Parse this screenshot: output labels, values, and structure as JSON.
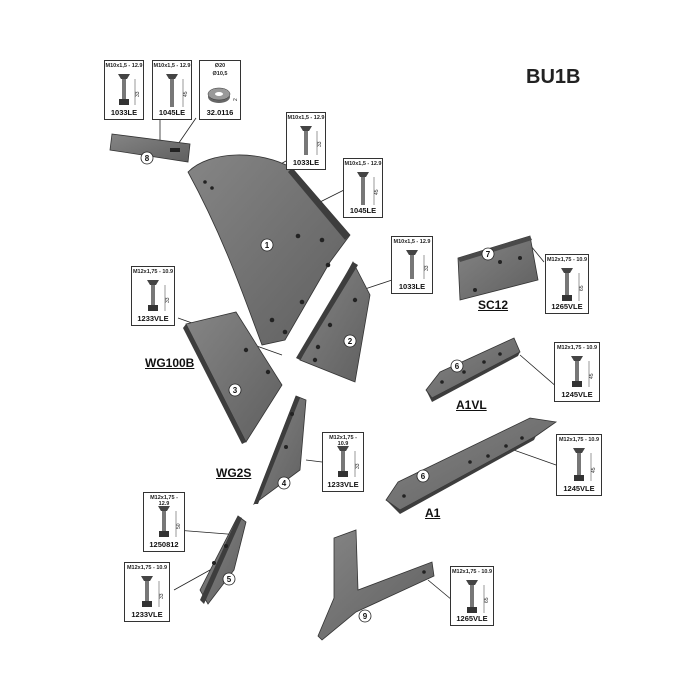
{
  "title": "BU1B",
  "parts": {
    "p1": "1",
    "p2": "2",
    "p3": "3",
    "p4": "4",
    "p5": "5",
    "p6a": "6",
    "p6b": "6",
    "p7": "7",
    "p8": "8",
    "p9": "9"
  },
  "labels": {
    "wg100b": "WG100B",
    "wg2s": "WG2S",
    "sc12": "SC12",
    "a1vl": "A1VL",
    "a1": "A1"
  },
  "boxes": {
    "b1033a": {
      "spec": "M10x1,5 - 12.9",
      "dim": "33",
      "code": "1033LE"
    },
    "b1045a": {
      "spec": "M10x1,5 - 12.9",
      "dim": "45",
      "code": "1045LE"
    },
    "bwasher": {
      "spec": "Ø20",
      "dim2": "Ø10,5",
      "dim": "2",
      "code": "32.0116"
    },
    "b1033b": {
      "spec": "M10x1,5 - 12.9",
      "dim": "33",
      "code": "1033LE"
    },
    "b1045b": {
      "spec": "M10x1,5 - 12.9",
      "dim": "45",
      "code": "1045LE"
    },
    "b1033c": {
      "spec": "M10x1,5 - 12.9",
      "dim": "33",
      "code": "1033LE"
    },
    "b1233a": {
      "spec": "M12x1,75 - 10.9",
      "dim": "33",
      "code": "1233VLE"
    },
    "b1265a": {
      "spec": "M12x1,75 - 10.9",
      "dim": "65",
      "code": "1265VLE"
    },
    "b1245a": {
      "spec": "M12x1,75 - 10.9",
      "dim": "45",
      "code": "1245VLE"
    },
    "b1233b": {
      "spec": "M12x1,75 - 10.9",
      "dim": "33",
      "code": "1233VLE"
    },
    "b1245b": {
      "spec": "M12x1,75 - 10.9",
      "dim": "45",
      "code": "1245VLE"
    },
    "b1250812": {
      "spec": "M12x1,75 - 12.9",
      "dim": "50",
      "code": "1250812"
    },
    "b1233c": {
      "spec": "M12x1,75 - 10.9",
      "dim": "33",
      "code": "1233VLE"
    },
    "b1265b": {
      "spec": "M12x1,75 - 10.9",
      "dim": "65",
      "code": "1265VLE"
    }
  },
  "colors": {
    "steel": "#6f6f6f",
    "steel_dark": "#3d3d3d",
    "steel_light": "#9a9a9a"
  }
}
